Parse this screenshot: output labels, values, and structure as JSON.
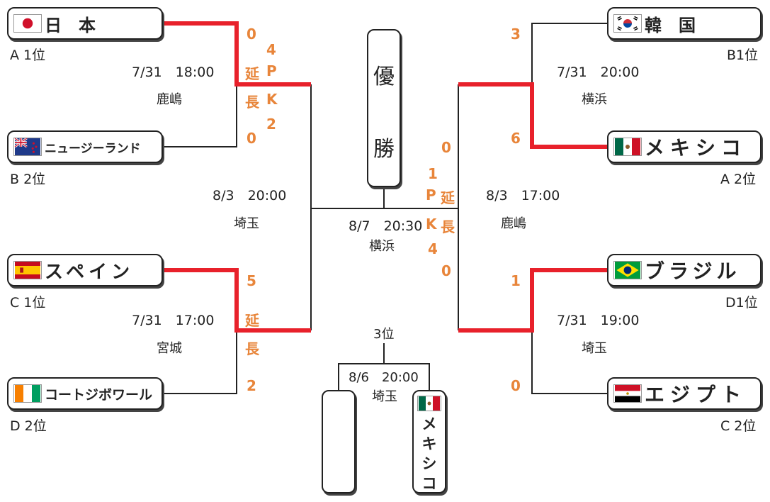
{
  "teams": {
    "japan": {
      "name": "日　本",
      "group": "A 1位"
    },
    "nz": {
      "name": "ニュージーランド",
      "group": "B 2位"
    },
    "spain": {
      "name": "スペイン",
      "group": "C 1位"
    },
    "ivory": {
      "name": "コートジボワール",
      "group": "D 2位"
    },
    "korea": {
      "name": "韓　国",
      "group": "B1位"
    },
    "mexico": {
      "name": "メキシコ",
      "group": "A 2位"
    },
    "brazil": {
      "name": "ブラジル",
      "group": "D1位"
    },
    "egypt": {
      "name": "エジプト",
      "group": "C 2位"
    }
  },
  "matches": {
    "qf1": {
      "date": "7/31　18:00",
      "venue": "鹿嶋"
    },
    "qf2": {
      "date": "7/31　17:00",
      "venue": "宮城"
    },
    "qf3": {
      "date": "7/31　20:00",
      "venue": "横浜"
    },
    "qf4": {
      "date": "7/31　19:00",
      "venue": "埼玉"
    },
    "sf1": {
      "date": "8/3　20:00",
      "venue": "埼玉"
    },
    "sf2": {
      "date": "8/3　17:00",
      "venue": "鹿嶋"
    },
    "final": {
      "date": "8/7　20:30",
      "venue": "横浜"
    },
    "third": {
      "label": "3位",
      "date": "8/6　20:00",
      "venue": "埼玉"
    }
  },
  "scores": {
    "japan": "0",
    "nz": "0",
    "japan_pk": "4",
    "nz_pk": "2",
    "ext": "延",
    "ext2": "長",
    "p": "P",
    "k": "K",
    "spain": "5",
    "ivory": "2",
    "korea": "3",
    "mexico": "6",
    "brazil": "1",
    "egypt": "0",
    "final_top": "0",
    "final_bottom": "0",
    "final_pk_top": "1",
    "final_pk_bottom": "4"
  },
  "champion": {
    "chars": [
      "優",
      "勝"
    ]
  },
  "third_winner": {
    "chars": [
      "メ",
      "キ",
      "シ",
      "コ"
    ]
  },
  "colors": {
    "win": "#e8212b",
    "line": "#222222",
    "score": "#e8853a"
  }
}
